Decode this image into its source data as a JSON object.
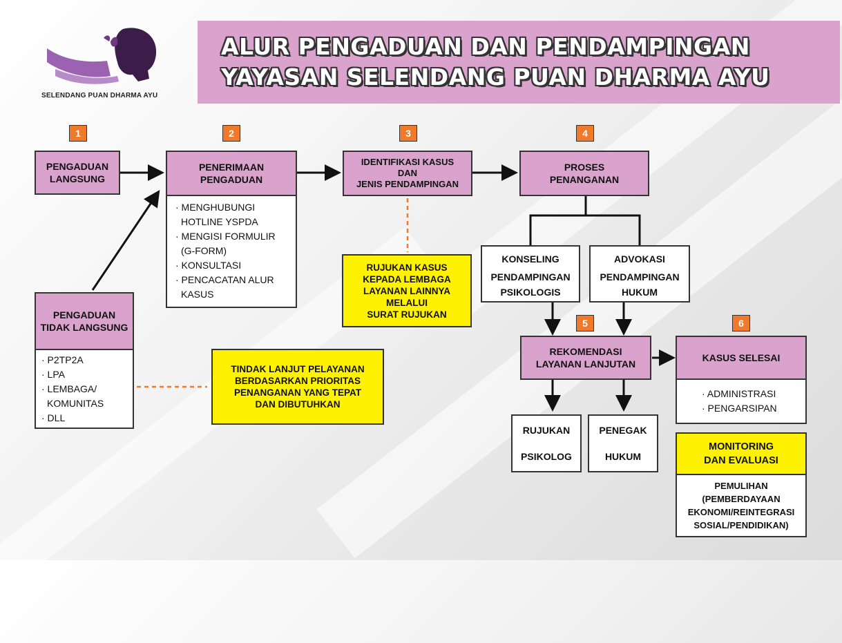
{
  "logo": {
    "text": "SELENDANG PUAN DHARMA AYU"
  },
  "title": {
    "line1": "ALUR PENGADUAN DAN PENDAMPINGAN",
    "line2": "YAYASAN SELENDANG PUAN DHARMA AYU"
  },
  "steps": [
    "1",
    "2",
    "3",
    "4",
    "5",
    "6"
  ],
  "boxes": {
    "pengaduan_langsung": {
      "line1": "PENGADUAN",
      "line2": "LANGSUNG"
    },
    "penerimaan": {
      "line1": "PENERIMAAN",
      "line2": "PENGADUAN"
    },
    "penerimaan_list": [
      "· MENGHUBUNGI",
      "  HOTLINE YSPDA",
      "· MENGISI FORMULIR",
      "  (G-FORM)",
      "· KONSULTASI",
      "· PENCACATAN ALUR",
      "  KASUS"
    ],
    "identifikasi": {
      "line1": "IDENTIFIKASI KASUS",
      "line2": "DAN",
      "line3": "JENIS PENDAMPINGAN"
    },
    "proses": {
      "line1": "PROSES",
      "line2": "PENANGANAN"
    },
    "rujukan_kasus": {
      "line1": "RUJUKAN KASUS",
      "line2": "KEPADA LEMBAGA",
      "line3": "LAYANAN LAINNYA",
      "line4": "MELALUI",
      "line5": "SURAT RUJUKAN"
    },
    "konseling": {
      "line1": "KONSELING",
      "line2": "PENDAMPINGAN",
      "line3": "PSIKOLOGIS"
    },
    "advokasi": {
      "line1": "ADVOKASI",
      "line2": "PENDAMPINGAN",
      "line3": "HUKUM"
    },
    "tidak_langsung": {
      "line1": "PENGADUAN",
      "line2": "TIDAK LANGSUNG"
    },
    "tidak_langsung_list": [
      "· P2TP2A",
      "· LPA",
      "· LEMBAGA/",
      "  KOMUNITAS",
      "· DLL"
    ],
    "tindak_lanjut": {
      "line1": "TINDAK LANJUT PELAYANAN",
      "line2": "BERDASARKAN PRIORITAS",
      "line3": "PENANGANAN YANG TEPAT",
      "line4": "DAN DIBUTUHKAN"
    },
    "rekomendasi": {
      "line1": "REKOMENDASI",
      "line2": "LAYANAN LANJUTAN"
    },
    "kasus_selesai": {
      "label": "KASUS SELESAI"
    },
    "kasus_selesai_list": [
      "· ADMINISTRASI",
      "· PENGARSIPAN"
    ],
    "rujukan_psikolog": {
      "line1": "RUJUKAN",
      "line2": "PSIKOLOG"
    },
    "penegak_hukum": {
      "line1": "PENEGAK",
      "line2": "HUKUM"
    },
    "monitoring": {
      "line1": "MONITORING",
      "line2": "DAN EVALUASI"
    },
    "pemulihan": {
      "line1": "PEMULIHAN",
      "line2": "(PEMBERDAYAAN",
      "line3": "EKONOMI/REINTEGRASI",
      "line4": "SOSIAL/PENDIDIKAN)"
    }
  },
  "colors": {
    "pink": "#d9a3cd",
    "yellow": "#fff200",
    "orange": "#f07a2b",
    "dark": "#333333",
    "logo_purple": "#7b3f8f"
  }
}
